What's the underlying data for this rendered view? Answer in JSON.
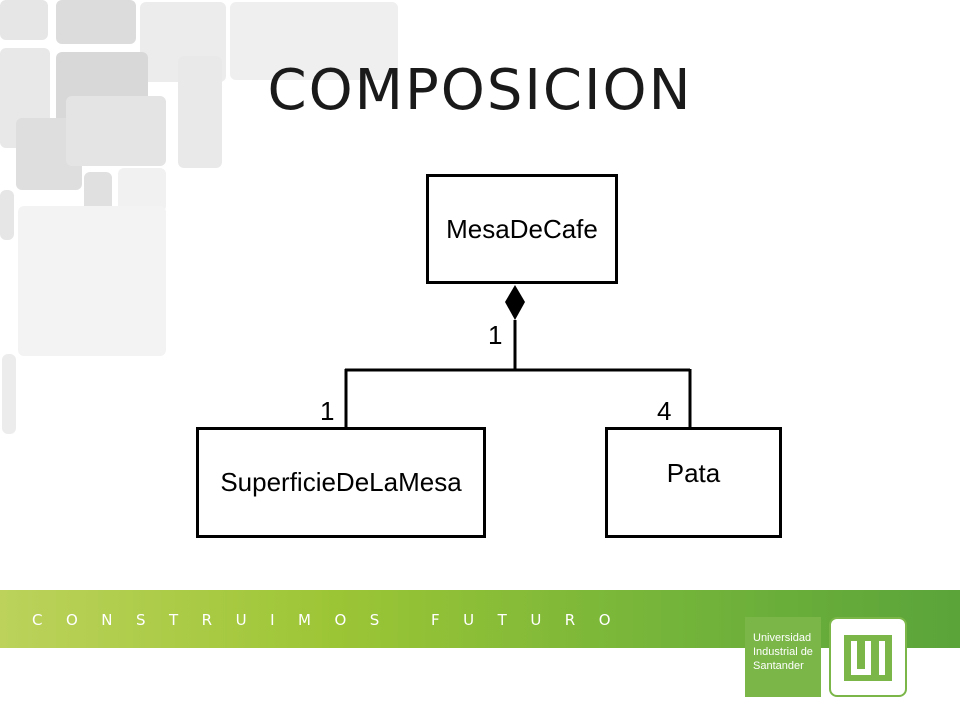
{
  "slide": {
    "title": "COMPOSICION"
  },
  "diagram": {
    "classes": {
      "whole": "MesaDeCafe",
      "part_left": "SuperficieDeLaMesa",
      "part_right": "Pata"
    },
    "multiplicities": {
      "whole_end": "1",
      "left_end": "1",
      "right_end": "4"
    },
    "relationship": "composition"
  },
  "footer": {
    "tagline": "CONSTRUIMOS FUTURO",
    "logo": {
      "line1": "Universidad",
      "line2": "Industrial de",
      "line3": "Santander",
      "monogram": "UIS"
    },
    "colors": {
      "band_start": "#bcd25b",
      "band_end": "#5aa43a",
      "logo_green": "#7ab648"
    }
  }
}
